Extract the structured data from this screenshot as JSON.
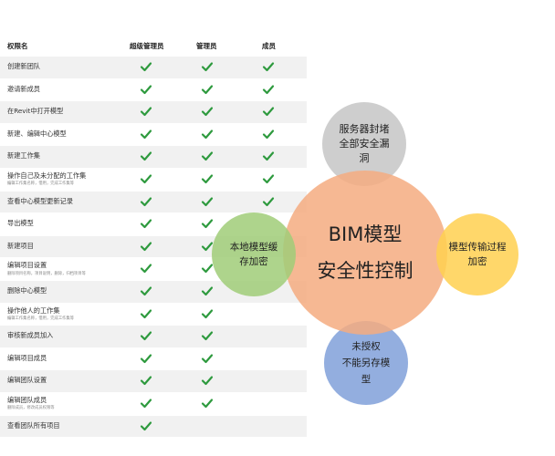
{
  "table": {
    "headers": [
      "权限名",
      "超级管理员",
      "管理员",
      "成员"
    ],
    "rows": [
      {
        "name": "创建新团队",
        "sub": "",
        "checks": [
          true,
          true,
          true
        ]
      },
      {
        "name": "邀请新成员",
        "sub": "",
        "checks": [
          true,
          true,
          true
        ]
      },
      {
        "name": "在Revit中打开模型",
        "sub": "",
        "checks": [
          true,
          true,
          true
        ]
      },
      {
        "name": "新建、编辑中心模型",
        "sub": "",
        "checks": [
          true,
          true,
          true
        ]
      },
      {
        "name": "新建工作集",
        "sub": "",
        "checks": [
          true,
          true,
          true
        ]
      },
      {
        "name": "操作自己及未分配的工作集",
        "sub": "编辑工作集名称，借用，完成工作集等",
        "checks": [
          true,
          true,
          true
        ]
      },
      {
        "name": "查看中心模型更新记录",
        "sub": "",
        "checks": [
          true,
          true,
          true
        ]
      },
      {
        "name": "导出模型",
        "sub": "",
        "checks": [
          true,
          true,
          false
        ]
      },
      {
        "name": "新建项目",
        "sub": "",
        "checks": [
          true,
          true,
          false
        ]
      },
      {
        "name": "编辑项目设置",
        "sub": "删除项目名称，项目说明，删除，归档项目等",
        "checks": [
          true,
          true,
          false
        ]
      },
      {
        "name": "删除中心模型",
        "sub": "",
        "checks": [
          true,
          true,
          false
        ]
      },
      {
        "name": "操作他人的工作集",
        "sub": "编辑工作集名称，借用，完成工作集等",
        "checks": [
          true,
          true,
          false
        ]
      },
      {
        "name": "审核新成员加入",
        "sub": "",
        "checks": [
          true,
          true,
          false
        ]
      },
      {
        "name": "编辑项目成员",
        "sub": "",
        "checks": [
          true,
          true,
          false
        ]
      },
      {
        "name": "编辑团队设置",
        "sub": "",
        "checks": [
          true,
          true,
          false
        ]
      },
      {
        "name": "编辑团队成员",
        "sub": "删除成员，修改成员权限等",
        "checks": [
          true,
          true,
          false
        ]
      },
      {
        "name": "查看团队所有项目",
        "sub": "",
        "checks": [
          true,
          false,
          false
        ]
      }
    ]
  },
  "diagram": {
    "center": [
      "BIM模型",
      "安全性控制"
    ],
    "top": [
      "服务器封堵",
      "全部安全漏",
      "洞"
    ],
    "left": [
      "本地模型缓",
      "存加密"
    ],
    "right": [
      "模型传输过程",
      "加密"
    ],
    "bottom": [
      "未授权",
      "不能另存模",
      "型"
    ]
  },
  "colors": {
    "check": "#2e9a3e",
    "center": "#f4ac80",
    "top": "#bebebe",
    "left": "#a0cd78",
    "right": "#ffd050",
    "bottom": "#87a5dc"
  }
}
